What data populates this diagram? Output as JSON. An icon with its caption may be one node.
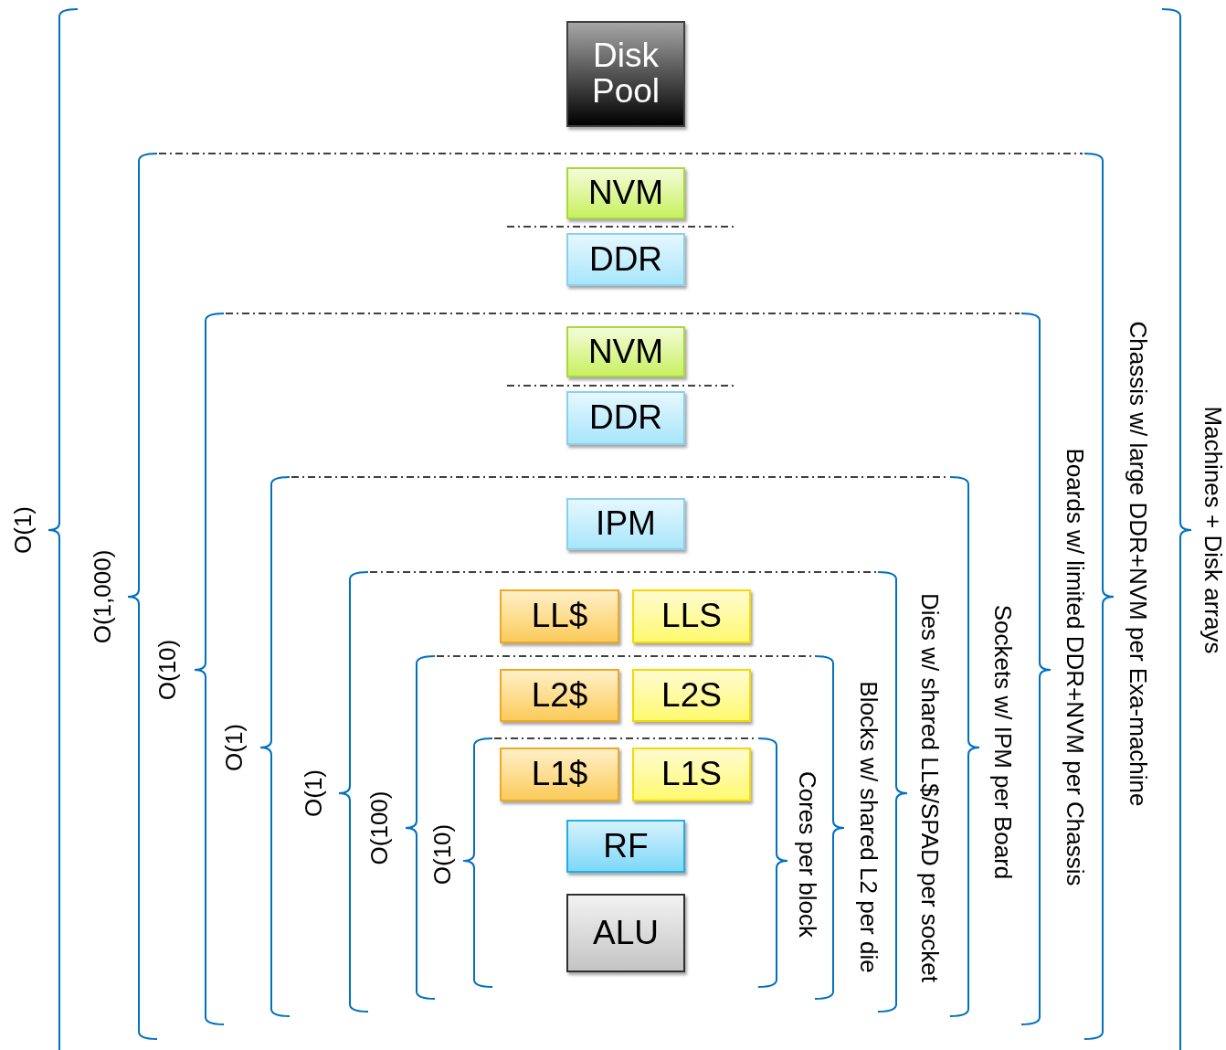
{
  "diagram": {
    "nodes": [
      {
        "text": [
          "Disk Pool"
        ]
      },
      {
        "text": [
          "NVM"
        ]
      },
      {
        "text": [
          "DDR"
        ]
      },
      {
        "text": [
          "NVM"
        ]
      },
      {
        "text": [
          "DDR"
        ]
      },
      {
        "text": [
          "IPM"
        ]
      },
      {
        "text": [
          "LL$"
        ]
      },
      {
        "text": [
          "LLS"
        ]
      },
      {
        "text": [
          "L2$"
        ]
      },
      {
        "text": [
          "L2S"
        ]
      },
      {
        "text": [
          "L1$"
        ]
      },
      {
        "text": [
          "L1S"
        ]
      },
      {
        "text": [
          "RF"
        ]
      },
      {
        "text": [
          "ALU"
        ]
      }
    ],
    "labels": [
      "O(1)",
      "O(1,000)",
      "O(10)",
      "O(1)",
      "O(1)",
      "O(100)",
      "O(10)",
      "Cores per block",
      "Blocks w/ shared L2 per die",
      "Dies w/ shared LL$/SPAD per socket",
      "Sockets w/ IPM per Board",
      "Boards w/ limited DDR+NVM per Chassis",
      "Chassis w/ large DDR+NVM per Exa-machine",
      "Machines + Disk arrays"
    ]
  }
}
